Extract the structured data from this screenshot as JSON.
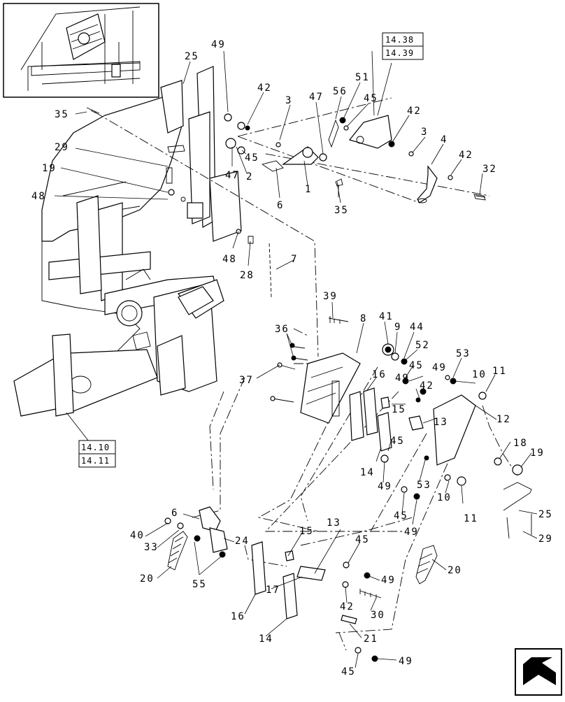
{
  "diagram": {
    "callouts": [
      {
        "id": "c25a",
        "text": "25"
      },
      {
        "id": "c49a",
        "text": "49"
      },
      {
        "id": "c42a",
        "text": "42"
      },
      {
        "id": "c3a",
        "text": "3"
      },
      {
        "id": "c47a",
        "text": "47"
      },
      {
        "id": "c56",
        "text": "56"
      },
      {
        "id": "c51",
        "text": "51"
      },
      {
        "id": "c45a",
        "text": "45"
      },
      {
        "id": "c42b",
        "text": "42"
      },
      {
        "id": "c3b",
        "text": "3"
      },
      {
        "id": "c4",
        "text": "4"
      },
      {
        "id": "c42c",
        "text": "42"
      },
      {
        "id": "c32",
        "text": "32"
      },
      {
        "id": "c35a",
        "text": "35"
      },
      {
        "id": "c29a",
        "text": "29"
      },
      {
        "id": "c45b",
        "text": "45"
      },
      {
        "id": "c47b",
        "text": "47"
      },
      {
        "id": "c2",
        "text": "2"
      },
      {
        "id": "c19a",
        "text": "19"
      },
      {
        "id": "c1",
        "text": "1"
      },
      {
        "id": "c6a",
        "text": "6"
      },
      {
        "id": "c35b",
        "text": "35"
      },
      {
        "id": "c48a",
        "text": "48"
      },
      {
        "id": "c48b",
        "text": "48"
      },
      {
        "id": "c28",
        "text": "28"
      },
      {
        "id": "c7",
        "text": "7"
      },
      {
        "id": "c39",
        "text": "39"
      },
      {
        "id": "c41",
        "text": "41"
      },
      {
        "id": "c9",
        "text": "9"
      },
      {
        "id": "c44",
        "text": "44"
      },
      {
        "id": "c8",
        "text": "8"
      },
      {
        "id": "c36",
        "text": "36"
      },
      {
        "id": "c52",
        "text": "52"
      },
      {
        "id": "c53a",
        "text": "53"
      },
      {
        "id": "c45c",
        "text": "45"
      },
      {
        "id": "c49b",
        "text": "49"
      },
      {
        "id": "c10a",
        "text": "10"
      },
      {
        "id": "c11a",
        "text": "11"
      },
      {
        "id": "c37",
        "text": "37"
      },
      {
        "id": "c16a",
        "text": "16"
      },
      {
        "id": "c49c",
        "text": "49"
      },
      {
        "id": "c42d",
        "text": "42"
      },
      {
        "id": "c15a",
        "text": "15"
      },
      {
        "id": "c13a",
        "text": "13"
      },
      {
        "id": "c12",
        "text": "12"
      },
      {
        "id": "c45d",
        "text": "45"
      },
      {
        "id": "c18",
        "text": "18"
      },
      {
        "id": "c19b",
        "text": "19"
      },
      {
        "id": "c14a",
        "text": "14"
      },
      {
        "id": "c49d",
        "text": "49"
      },
      {
        "id": "c53b",
        "text": "53"
      },
      {
        "id": "c10b",
        "text": "10"
      },
      {
        "id": "c45e",
        "text": "45"
      },
      {
        "id": "c11b",
        "text": "11"
      },
      {
        "id": "c49e",
        "text": "49"
      },
      {
        "id": "c25b",
        "text": "25"
      },
      {
        "id": "c29b",
        "text": "29"
      },
      {
        "id": "c6b",
        "text": "6"
      },
      {
        "id": "c40",
        "text": "40"
      },
      {
        "id": "c33",
        "text": "33"
      },
      {
        "id": "c24",
        "text": "24"
      },
      {
        "id": "c13b",
        "text": "13"
      },
      {
        "id": "c15b",
        "text": "15"
      },
      {
        "id": "c45f",
        "text": "45"
      },
      {
        "id": "c20a",
        "text": "20"
      },
      {
        "id": "c55",
        "text": "55"
      },
      {
        "id": "c49f",
        "text": "49"
      },
      {
        "id": "c20b",
        "text": "20"
      },
      {
        "id": "c17",
        "text": "17"
      },
      {
        "id": "c42e",
        "text": "42"
      },
      {
        "id": "c30",
        "text": "30"
      },
      {
        "id": "c16b",
        "text": "16"
      },
      {
        "id": "c14b",
        "text": "14"
      },
      {
        "id": "c21",
        "text": "21"
      },
      {
        "id": "c45g",
        "text": "45"
      },
      {
        "id": "c49g",
        "text": "49"
      }
    ],
    "references": [
      {
        "id": "r1",
        "top": "14.38",
        "bottom": "14.39"
      },
      {
        "id": "r2",
        "top": "14.10",
        "bottom": "14.11"
      }
    ]
  }
}
